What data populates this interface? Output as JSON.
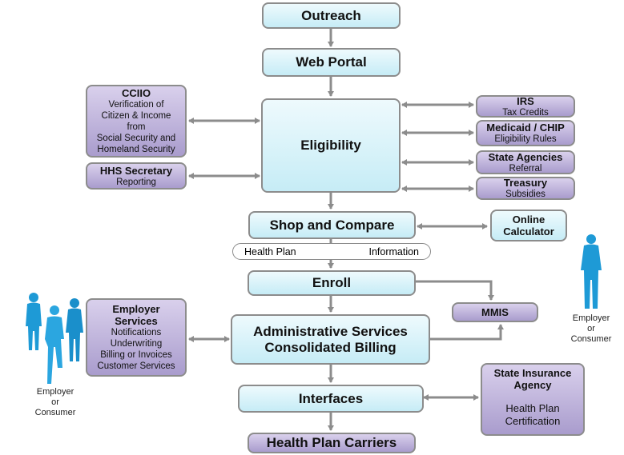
{
  "flow": {
    "outreach": "Outreach",
    "web_portal": "Web Portal",
    "eligibility": "Eligibility",
    "shop_compare": "Shop and Compare",
    "enroll": "Enroll",
    "admin_line1": "Administrative Services",
    "admin_line2": "Consolidated Billing",
    "interfaces": "Interfaces",
    "carriers": "Health Plan Carriers"
  },
  "left": {
    "cciio_title": "CCIIO",
    "cciio_lines": [
      "Verification of",
      "Citizen & Income",
      "from",
      "Social Security and",
      "Homeland Security"
    ],
    "hhs_title": "HHS Secretary",
    "hhs_sub": "Reporting",
    "employer_title_1": "Employer",
    "employer_title_2": "Services",
    "employer_lines": [
      "Notifications",
      "Underwriting",
      "Billing or Invoices",
      "Customer Services"
    ]
  },
  "right": {
    "irs_title": "IRS",
    "irs_sub": "Tax Credits",
    "medicaid_title": "Medicaid / CHIP",
    "medicaid_sub": "Eligibility Rules",
    "state_title": "State Agencies",
    "state_sub": "Referral",
    "treasury_title": "Treasury",
    "treasury_sub": "Subsidies",
    "calc_line1": "Online",
    "calc_line2": "Calculator",
    "mmis": "MMIS",
    "sia_title_1": "State Insurance",
    "sia_title_2": "Agency",
    "sia_sub_1": "Health Plan",
    "sia_sub_2": "Certification"
  },
  "pill": {
    "left": "Health Plan",
    "right": "Information"
  },
  "people": {
    "left_caption": [
      "Employer",
      "or",
      "Consumer"
    ],
    "right_caption": [
      "Employer",
      "or",
      "Consumer"
    ]
  },
  "colors": {
    "cyan_fill": "#c6ecf6",
    "purple_fill": "#a99ccd",
    "arrow": "#8c8c8c",
    "person": "#1e9ad6"
  }
}
